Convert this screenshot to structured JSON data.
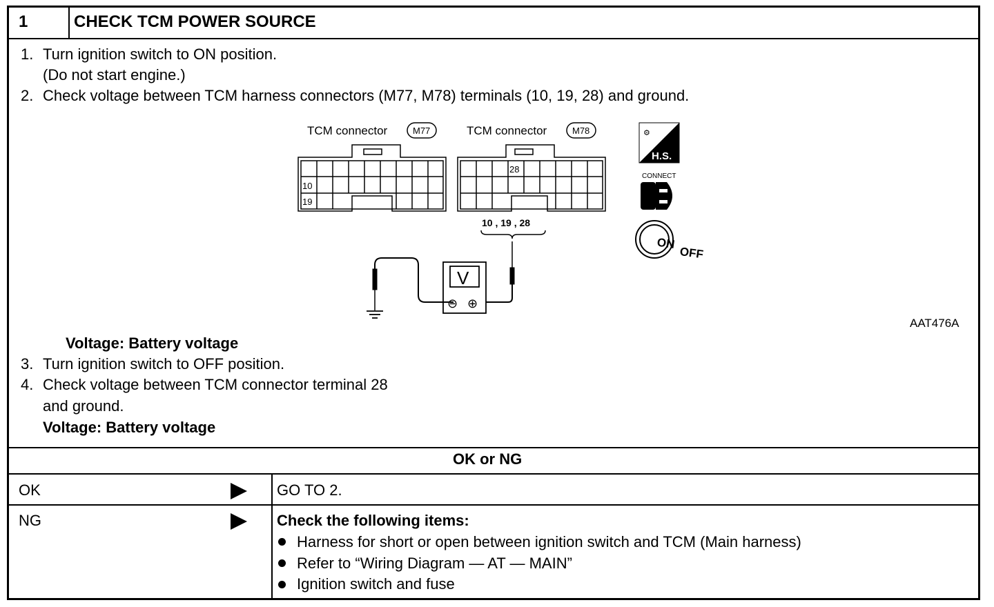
{
  "header": {
    "step_number": "1",
    "title": "CHECK TCM POWER SOURCE"
  },
  "steps": [
    {
      "num": "1.",
      "text": "Turn ignition switch to ON position."
    },
    {
      "num": "",
      "text": "(Do not start engine.)"
    },
    {
      "num": "2.",
      "text": "Check voltage between TCM harness connectors (M77, M78) terminals (10, 19, 28) and ground."
    },
    {
      "num": "3.",
      "text": "Turn ignition switch to OFF position."
    },
    {
      "num": "4.",
      "text": "Check voltage between TCM connector terminal 28"
    },
    {
      "num": "",
      "text": "and ground."
    }
  ],
  "spec_1": "Voltage: Battery voltage",
  "spec_2": "Voltage: Battery voltage",
  "diagram": {
    "connector_1_label": "TCM connector",
    "connector_1_id": "M77",
    "connector_2_label": "TCM connector",
    "connector_2_id": "M78",
    "terminal_10": "10",
    "terminal_19": "19",
    "terminal_28": "28",
    "probe_terminals": "10 , 19 , 28",
    "meter_symbol": "V",
    "meter_minus": "⊖",
    "meter_plus": "⊕",
    "icon_hs_text": "H.S.",
    "icon_connect_text": "CONNECT",
    "icon_on": "ON",
    "icon_off": "OFF",
    "figure_code": "AAT476A"
  },
  "ok_or_ng": "OK or NG",
  "results": {
    "ok_label": "OK",
    "ok_action": "GO TO 2.",
    "ng_label": "NG",
    "ng_heading": "Check the following items:",
    "ng_items": [
      "Harness for short or open between ignition switch and TCM (Main harness)",
      "Refer to “Wiring Diagram — AT — MAIN”",
      "Ignition switch and fuse"
    ]
  }
}
